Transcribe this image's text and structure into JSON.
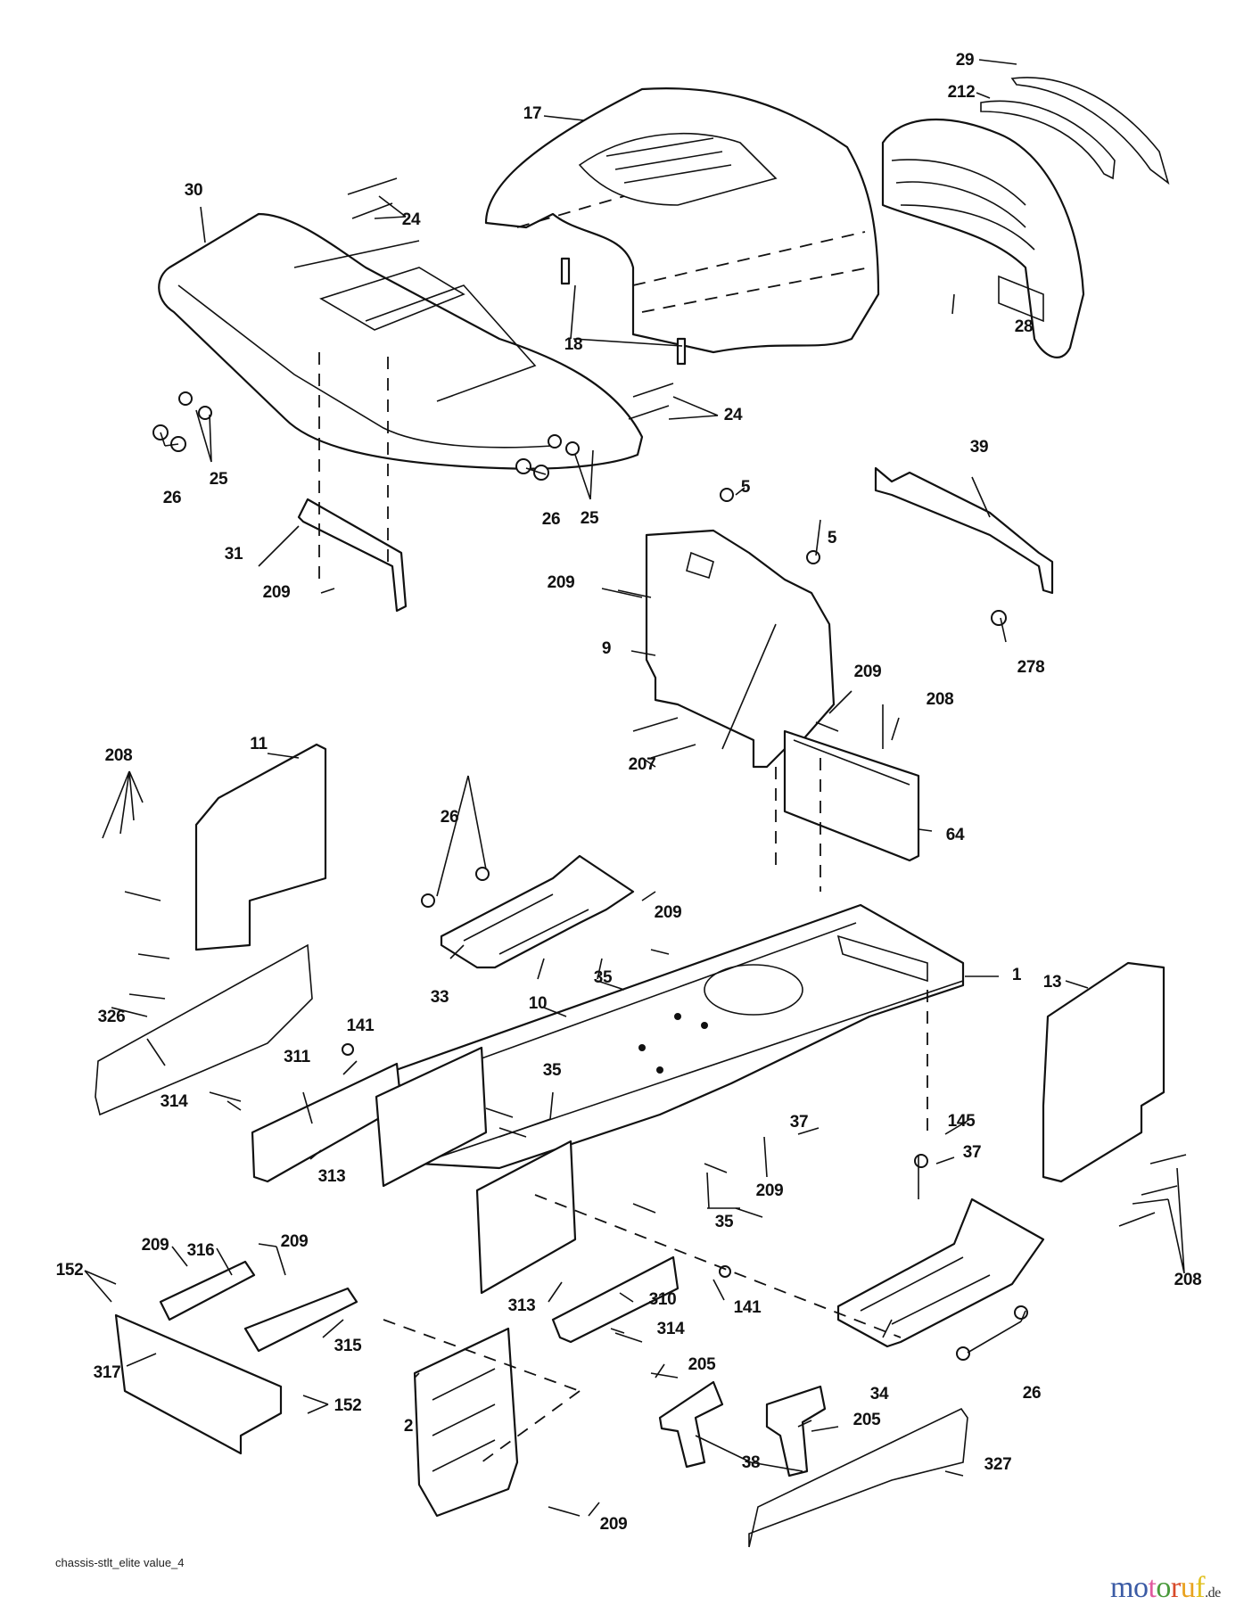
{
  "diagram": {
    "title": "Chassis exploded parts diagram",
    "source_id": "chassis-stlt_elite value_4",
    "watermark": {
      "letters": [
        {
          "ch": "m",
          "color": "#3b5ba5"
        },
        {
          "ch": "o",
          "color": "#3b5ba5"
        },
        {
          "ch": "t",
          "color": "#e05a9e"
        },
        {
          "ch": "o",
          "color": "#4a9a3c"
        },
        {
          "ch": "r",
          "color": "#d84a2a"
        },
        {
          "ch": "u",
          "color": "#e9a21f"
        },
        {
          "ch": "f",
          "color": "#e0c020"
        }
      ],
      "suffix": ".de"
    },
    "callouts": [
      {
        "id": "c29",
        "text": "29"
      },
      {
        "id": "c212",
        "text": "212"
      },
      {
        "id": "c17",
        "text": "17"
      },
      {
        "id": "c30",
        "text": "30"
      },
      {
        "id": "c24a",
        "text": "24"
      },
      {
        "id": "c18",
        "text": "18"
      },
      {
        "id": "c28",
        "text": "28"
      },
      {
        "id": "c24b",
        "text": "24"
      },
      {
        "id": "c25a",
        "text": "25"
      },
      {
        "id": "c26a",
        "text": "26"
      },
      {
        "id": "c26b",
        "text": "26"
      },
      {
        "id": "c25b",
        "text": "25"
      },
      {
        "id": "c39",
        "text": "39"
      },
      {
        "id": "c5a",
        "text": "5"
      },
      {
        "id": "c5b",
        "text": "5"
      },
      {
        "id": "c31",
        "text": "31"
      },
      {
        "id": "c209a",
        "text": "209"
      },
      {
        "id": "c209b",
        "text": "209"
      },
      {
        "id": "c9",
        "text": "9"
      },
      {
        "id": "c278",
        "text": "278"
      },
      {
        "id": "c209c",
        "text": "209"
      },
      {
        "id": "c208a",
        "text": "208"
      },
      {
        "id": "c11",
        "text": "11"
      },
      {
        "id": "c208b",
        "text": "208"
      },
      {
        "id": "c207",
        "text": "207"
      },
      {
        "id": "c26c",
        "text": "26"
      },
      {
        "id": "c64",
        "text": "64"
      },
      {
        "id": "c209d",
        "text": "209"
      },
      {
        "id": "c33",
        "text": "33"
      },
      {
        "id": "c10",
        "text": "10"
      },
      {
        "id": "c35a",
        "text": "35"
      },
      {
        "id": "c1",
        "text": "1"
      },
      {
        "id": "c13",
        "text": "13"
      },
      {
        "id": "c326",
        "text": "326"
      },
      {
        "id": "c141a",
        "text": "141"
      },
      {
        "id": "c311",
        "text": "311"
      },
      {
        "id": "c35b",
        "text": "35"
      },
      {
        "id": "c314a",
        "text": "314"
      },
      {
        "id": "c313a",
        "text": "313"
      },
      {
        "id": "c37a",
        "text": "37"
      },
      {
        "id": "c145",
        "text": "145"
      },
      {
        "id": "c37b",
        "text": "37"
      },
      {
        "id": "c209e",
        "text": "209"
      },
      {
        "id": "c35c",
        "text": "35"
      },
      {
        "id": "c208c",
        "text": "208"
      },
      {
        "id": "c209f",
        "text": "209"
      },
      {
        "id": "c316",
        "text": "316"
      },
      {
        "id": "c209g",
        "text": "209"
      },
      {
        "id": "c152a",
        "text": "152"
      },
      {
        "id": "c315",
        "text": "315"
      },
      {
        "id": "c317",
        "text": "317"
      },
      {
        "id": "c152b",
        "text": "152"
      },
      {
        "id": "c313b",
        "text": "313"
      },
      {
        "id": "c310",
        "text": "310"
      },
      {
        "id": "c141b",
        "text": "141"
      },
      {
        "id": "c314b",
        "text": "314"
      },
      {
        "id": "c34",
        "text": "34"
      },
      {
        "id": "c26d",
        "text": "26"
      },
      {
        "id": "c2",
        "text": "2"
      },
      {
        "id": "c205a",
        "text": "205"
      },
      {
        "id": "c205b",
        "text": "205"
      },
      {
        "id": "c38",
        "text": "38"
      },
      {
        "id": "c327",
        "text": "327"
      },
      {
        "id": "c209h",
        "text": "209"
      }
    ]
  }
}
